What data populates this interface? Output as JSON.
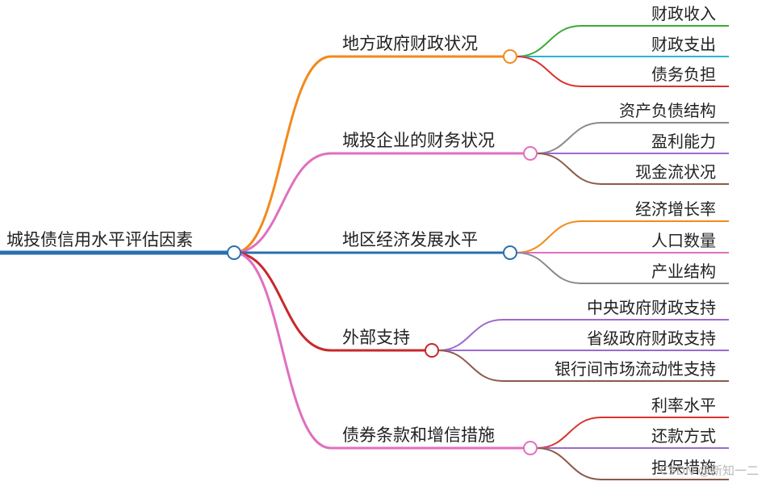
{
  "root": {
    "label": "城投债信用水平评估因素",
    "color": "#2a6fae"
  },
  "branches": [
    {
      "label": "地方政府财政状况",
      "color": "#f28a1c",
      "children": [
        {
          "label": "财政收入",
          "color": "#3aaa35"
        },
        {
          "label": "财政支出",
          "color": "#26b7d4"
        },
        {
          "label": "债务负担",
          "color": "#d9322e"
        }
      ]
    },
    {
      "label": "城投企业的财务状况",
      "color": "#e06fc0",
      "children": [
        {
          "label": "资产负债结构",
          "color": "#8a8a8a"
        },
        {
          "label": "盈利能力",
          "color": "#9b6ad0"
        },
        {
          "label": "现金流状况",
          "color": "#8c5a4a"
        }
      ]
    },
    {
      "label": "地区经济发展水平",
      "color": "#2a6fae",
      "children": [
        {
          "label": "经济增长率",
          "color": "#f28a1c"
        },
        {
          "label": "人口数量",
          "color": "#e06fc0"
        },
        {
          "label": "产业结构",
          "color": "#8a8a8a"
        }
      ]
    },
    {
      "label": "外部支持",
      "color": "#c8272a",
      "children": [
        {
          "label": "中央政府财政支持",
          "color": "#9b6ad0"
        },
        {
          "label": "省级政府财政支持",
          "color": "#9b6ad0"
        },
        {
          "label": "银行间市场流动性支持",
          "color": "#8c5a4a"
        }
      ]
    },
    {
      "label": "债券条款和增信措施",
      "color": "#e06fc0",
      "children": [
        {
          "label": "利率水平",
          "color": "#d9322e"
        },
        {
          "label": "还款方式",
          "color": "#9b6ad0"
        },
        {
          "label": "担保措施",
          "color": "#8c5a4a"
        }
      ]
    }
  ],
  "watermark": "CSDN @新知一二"
}
